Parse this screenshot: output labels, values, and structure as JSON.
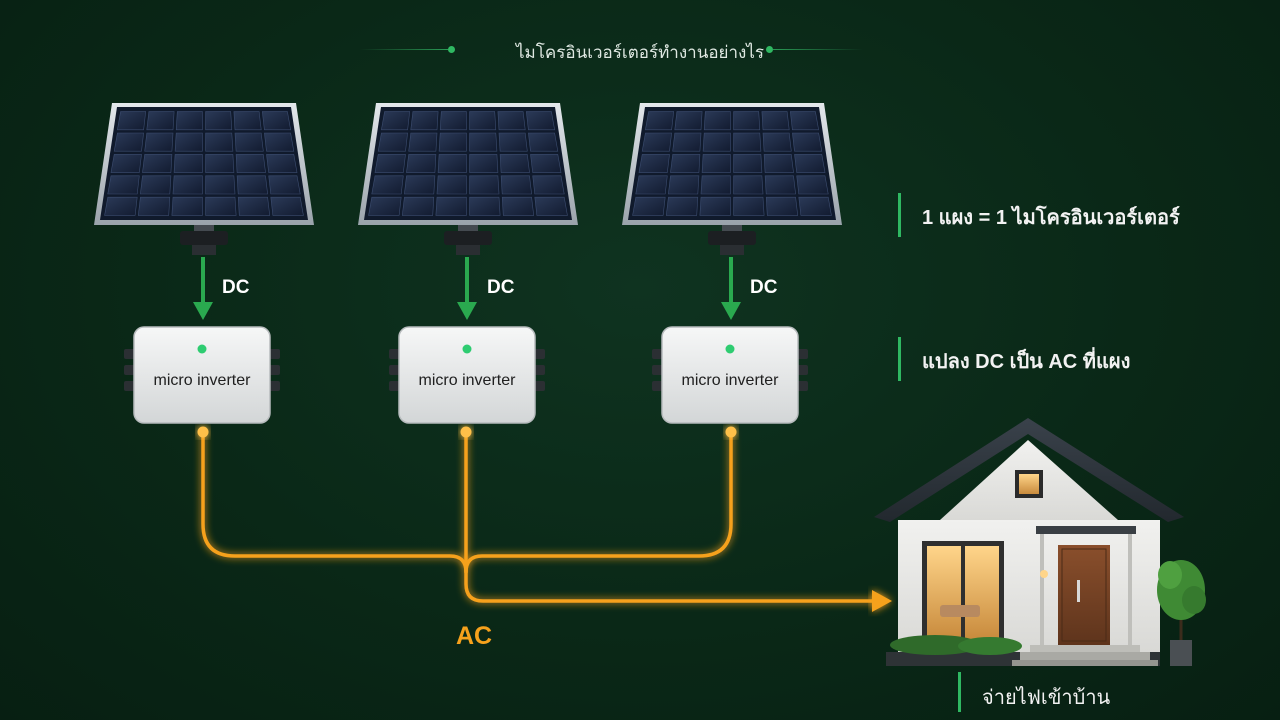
{
  "title": "ไมโครอินเวอร์เตอร์ทำงานอย่างไร",
  "panels": [
    {
      "dc_label": "DC",
      "inverter_label": "micro inverter"
    },
    {
      "dc_label": "DC",
      "inverter_label": "micro inverter"
    },
    {
      "dc_label": "DC",
      "inverter_label": "micro inverter"
    }
  ],
  "ac_label": "AC",
  "notes": [
    "1 แผง = 1 ไมโครอินเวอร์เตอร์",
    "แปลง DC เป็น AC ที่แผง"
  ],
  "house_label": "จ่ายไฟเข้าบ้าน",
  "colors": {
    "background": "#0a2817",
    "accent_green": "#2fb862",
    "dc_arrow": "#2aa94f",
    "ac_wire": "#f6a11c",
    "led": "#2ecc71"
  }
}
